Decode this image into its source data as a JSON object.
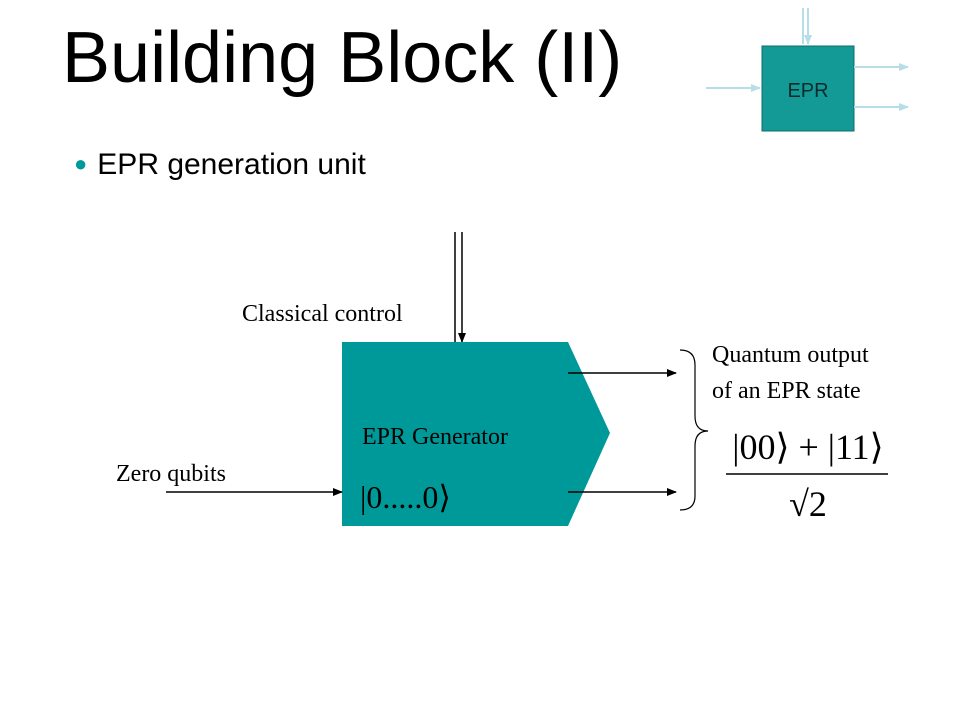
{
  "title": "Building Block (II)",
  "bullet": "EPR generation unit",
  "icon": {
    "label": "EPR"
  },
  "diagram": {
    "block_label": "EPR Generator",
    "input_state": "|0.....0⟩",
    "classical_control_label": "Classical control",
    "zero_qubits_label": "Zero qubits",
    "output_label_line1": "Quantum output",
    "output_label_line2": "of an EPR state",
    "formula_numerator": "|00⟩ + |11⟩",
    "formula_denominator": "√2"
  },
  "colors": {
    "block_fill": "#009999",
    "icon_fill": "#139a96",
    "icon_arrow": "#b7dde8",
    "bullet": "#009999"
  }
}
